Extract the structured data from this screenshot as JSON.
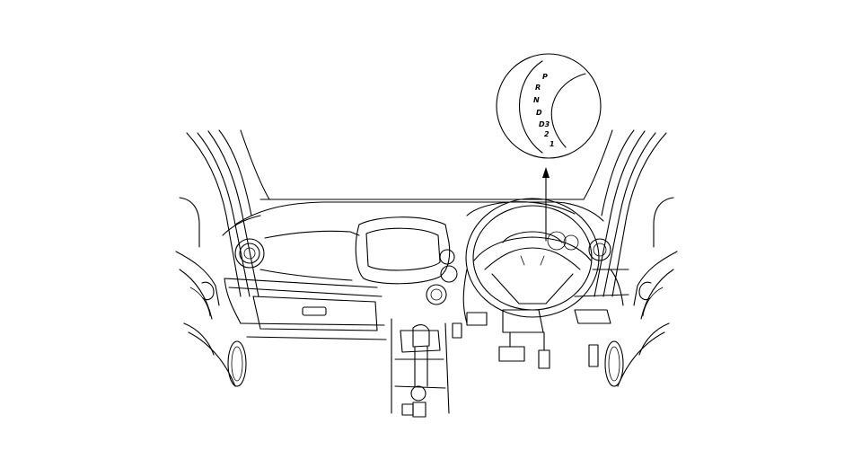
{
  "inset": {
    "gear_positions": [
      "P",
      "R",
      "N",
      "D",
      "D3",
      "2",
      "1"
    ]
  },
  "colors": {
    "line": "#000000",
    "background": "#ffffff"
  }
}
